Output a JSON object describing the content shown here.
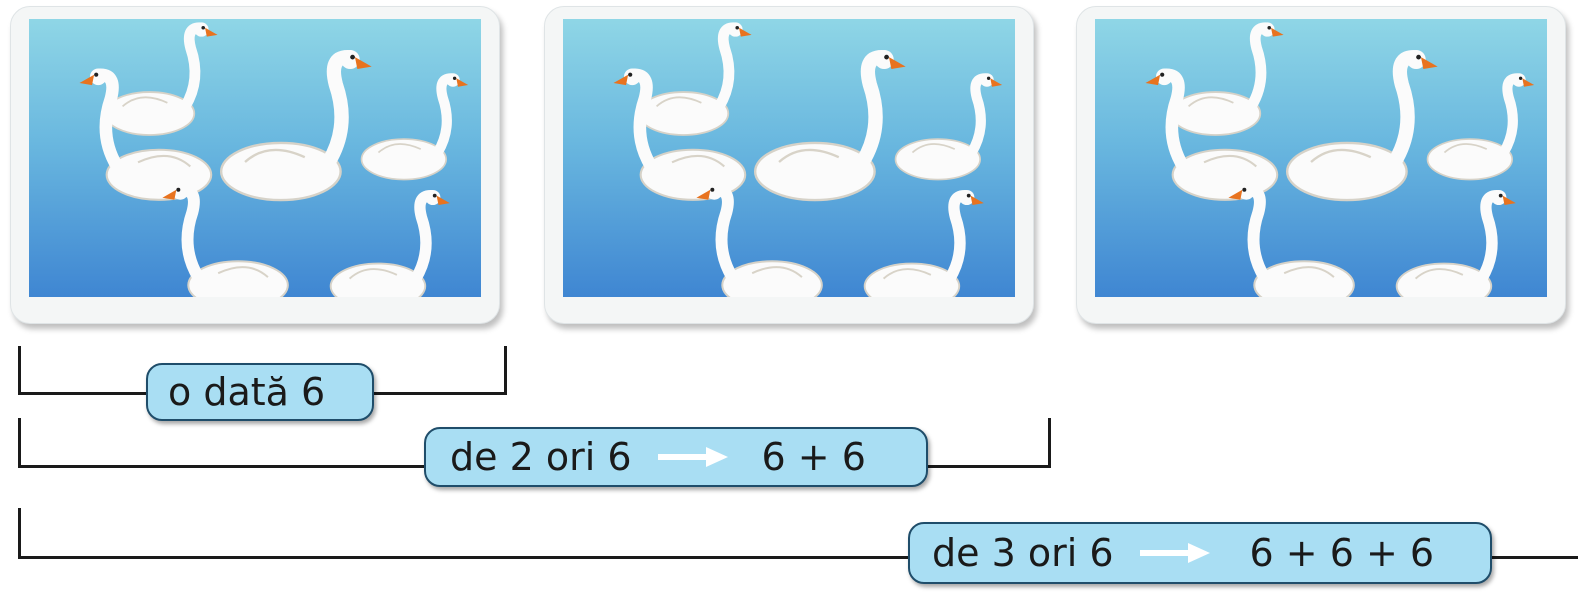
{
  "cards": [
    {
      "swans": 6
    },
    {
      "swans": 6
    },
    {
      "swans": 6
    }
  ],
  "labels": {
    "one": {
      "text": "o dată 6"
    },
    "two": {
      "text": "de 2 ori 6",
      "result": "6 + 6"
    },
    "three": {
      "text": "de 3 ori 6",
      "result": "6 + 6 + 6"
    }
  },
  "colors": {
    "label_fill": "#a9def3",
    "label_border": "#1f4d6a",
    "water_top": "#8fd6e6",
    "water_bottom": "#3f86d2",
    "arrow": "#ffffff"
  }
}
